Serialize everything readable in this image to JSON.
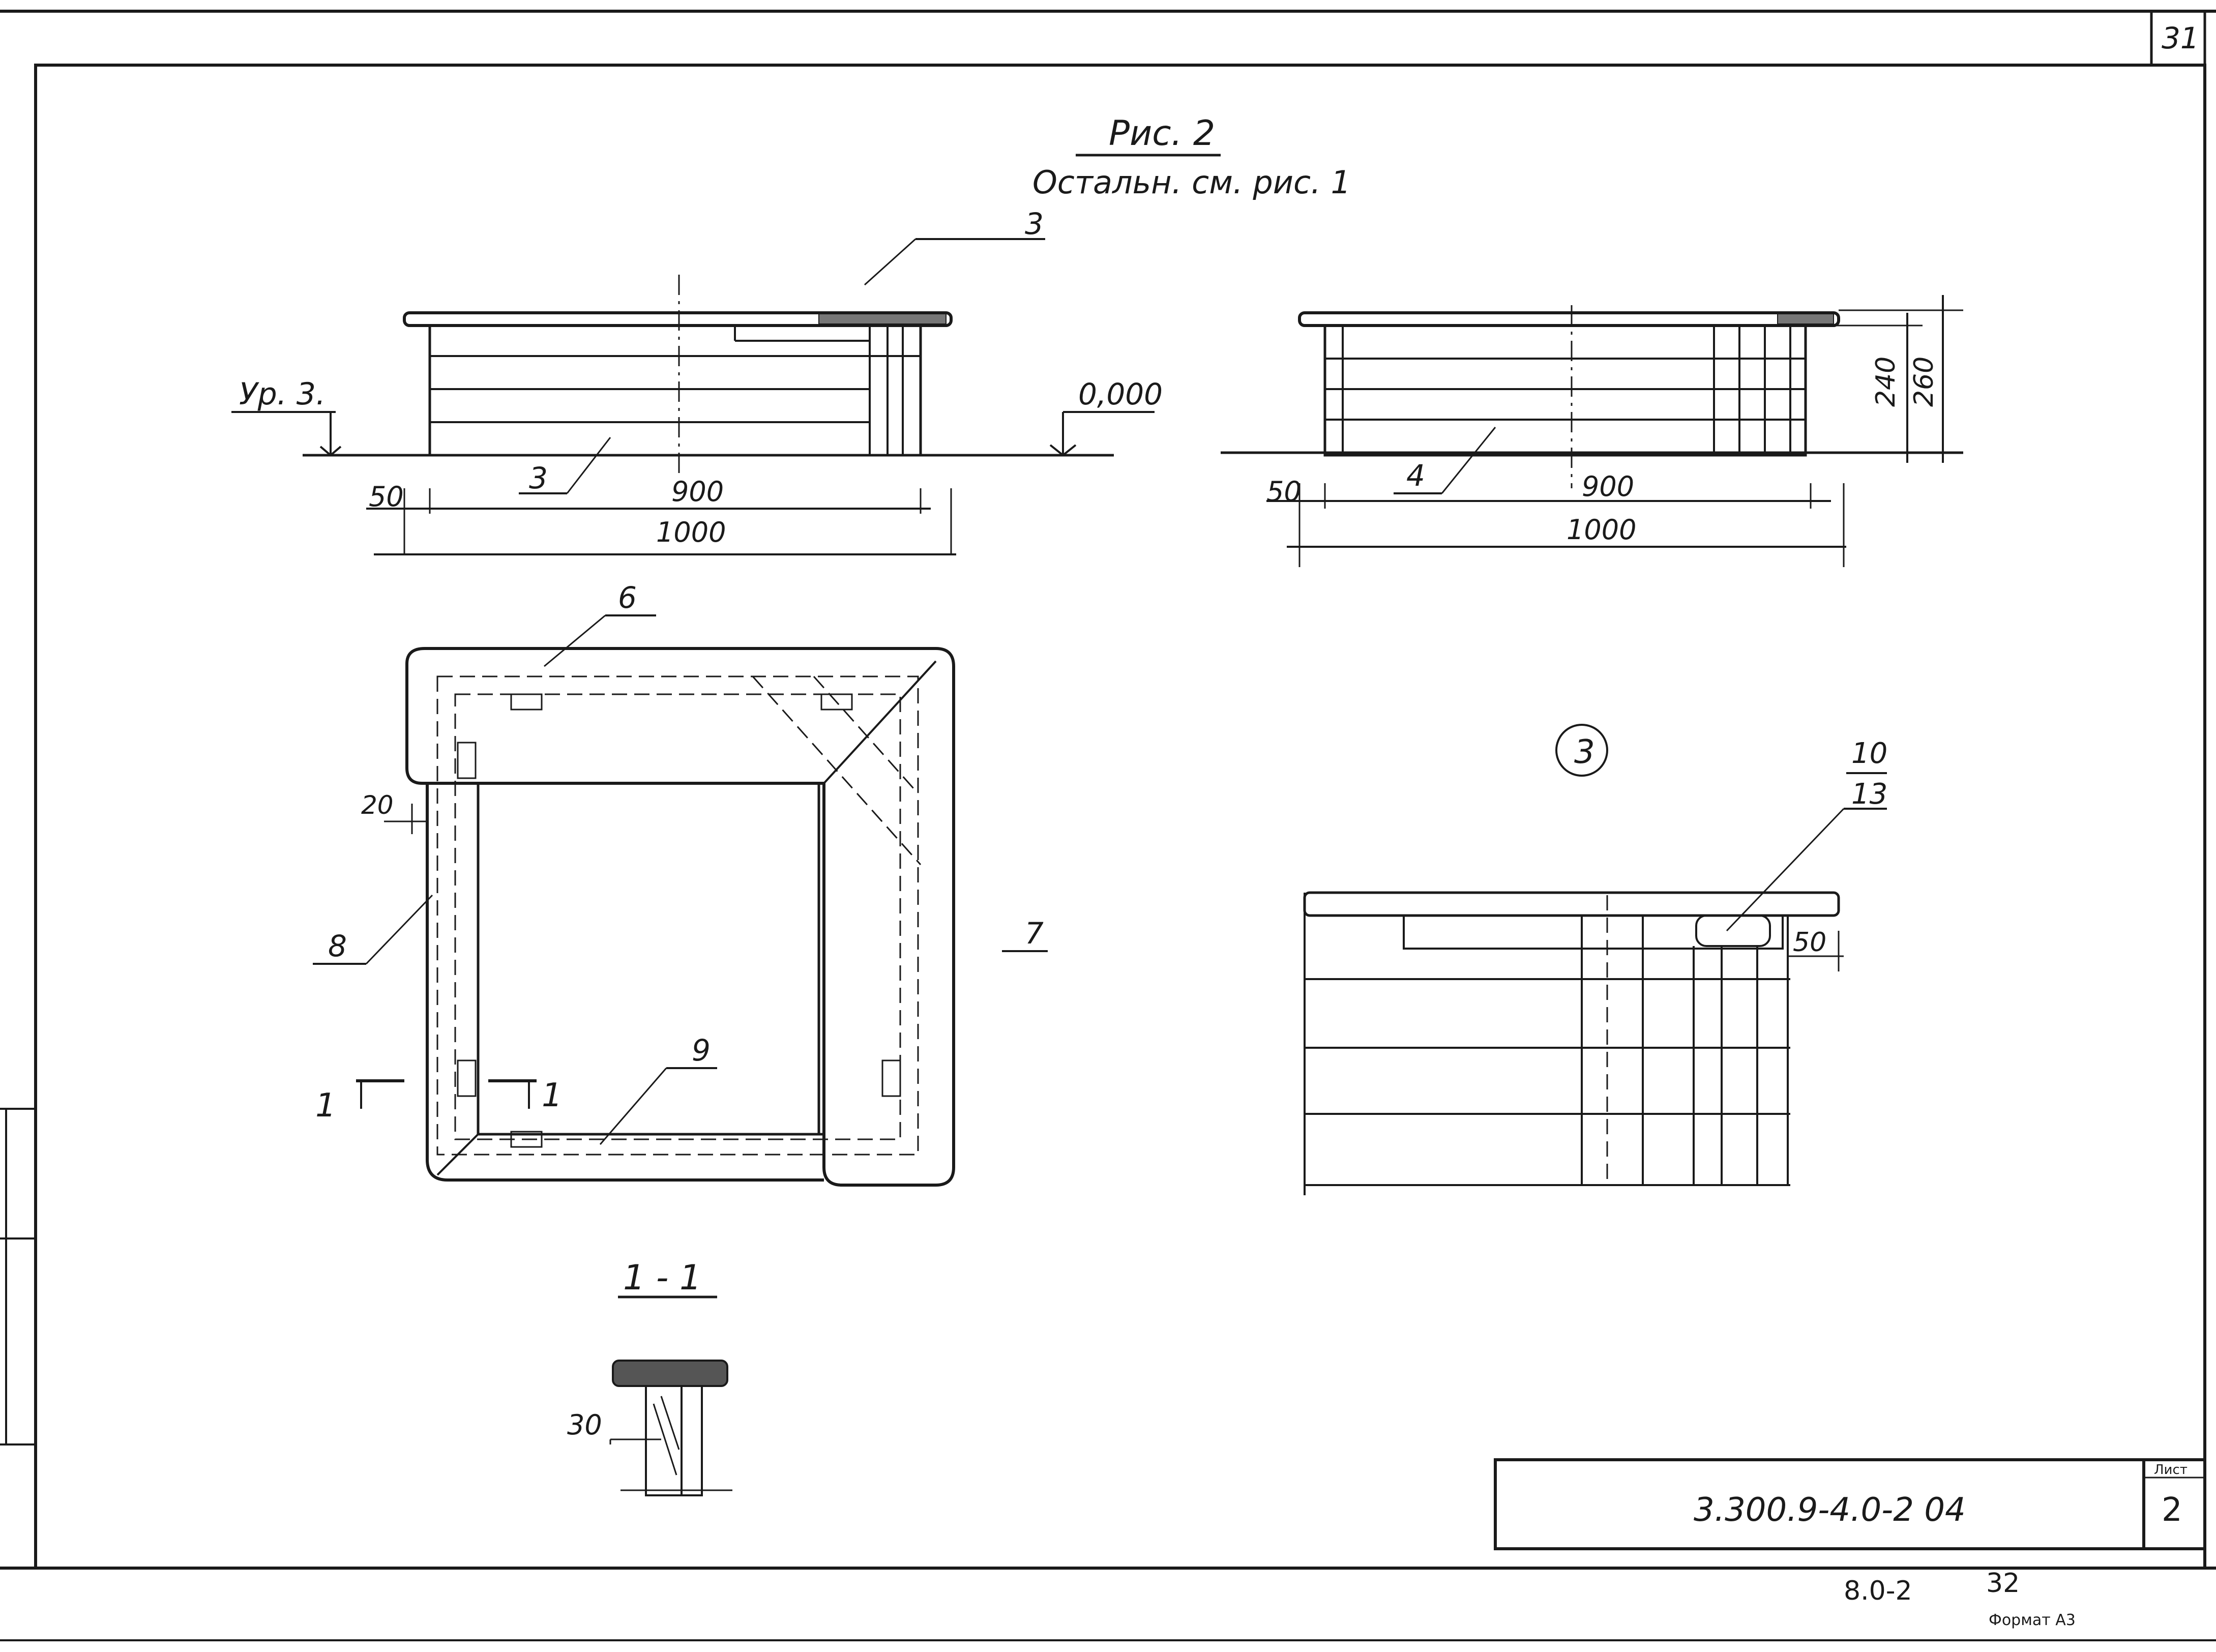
{
  "sheet": {
    "page_corner": "31",
    "title": "Рис. 2",
    "subtitle": "Остальн. см. рис. 1",
    "stamp_code": "3.300.9-4.0-2 04",
    "sheet_label": "Лист",
    "sheet_number": "2",
    "album_ref": "8.0-2",
    "album_page": "32",
    "format": "Формат А3"
  },
  "front_view": {
    "level_left": "Ур. 3.",
    "level_right": "0,000",
    "dim_side": "50",
    "dim_inner": "900",
    "dim_total": "1000",
    "callout_top": "3",
    "callout_bottom": "3"
  },
  "side_view": {
    "dim_side": "50",
    "dim_inner": "900",
    "dim_total": "1000",
    "height_1": "240",
    "height_2": "260",
    "callout": "4"
  },
  "plan_view": {
    "callout_6": "6",
    "callout_7": "7",
    "callout_8": "8",
    "callout_9": "9",
    "dim_20": "20",
    "section_left": "1",
    "section_right": "1"
  },
  "section_view": {
    "title": "1 - 1",
    "dim": "30"
  },
  "detail_view": {
    "marker": "3",
    "callout_top": "10",
    "callout_bottom": "13",
    "dim": "50"
  }
}
